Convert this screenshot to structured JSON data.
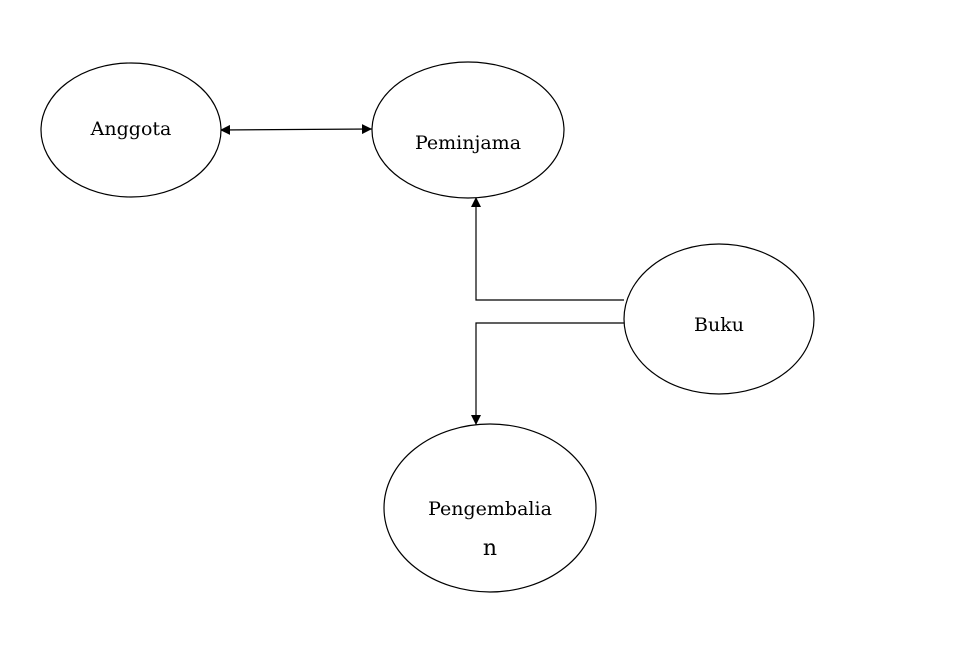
{
  "diagram": {
    "nodes": {
      "anggota": {
        "label": "Anggota"
      },
      "peminjaman": {
        "label": "Peminjama"
      },
      "buku": {
        "label": "Buku"
      },
      "pengembalian": {
        "line1": "Pengembalia",
        "line2": "n"
      }
    },
    "edges": [
      {
        "from": "anggota",
        "to": "peminjaman",
        "direction": "both"
      },
      {
        "from": "buku",
        "to": "peminjaman",
        "direction": "forward"
      },
      {
        "from": "buku",
        "to": "pengembalian",
        "direction": "forward"
      }
    ],
    "colors": {
      "stroke": "#000000",
      "fill": "#ffffff"
    }
  }
}
